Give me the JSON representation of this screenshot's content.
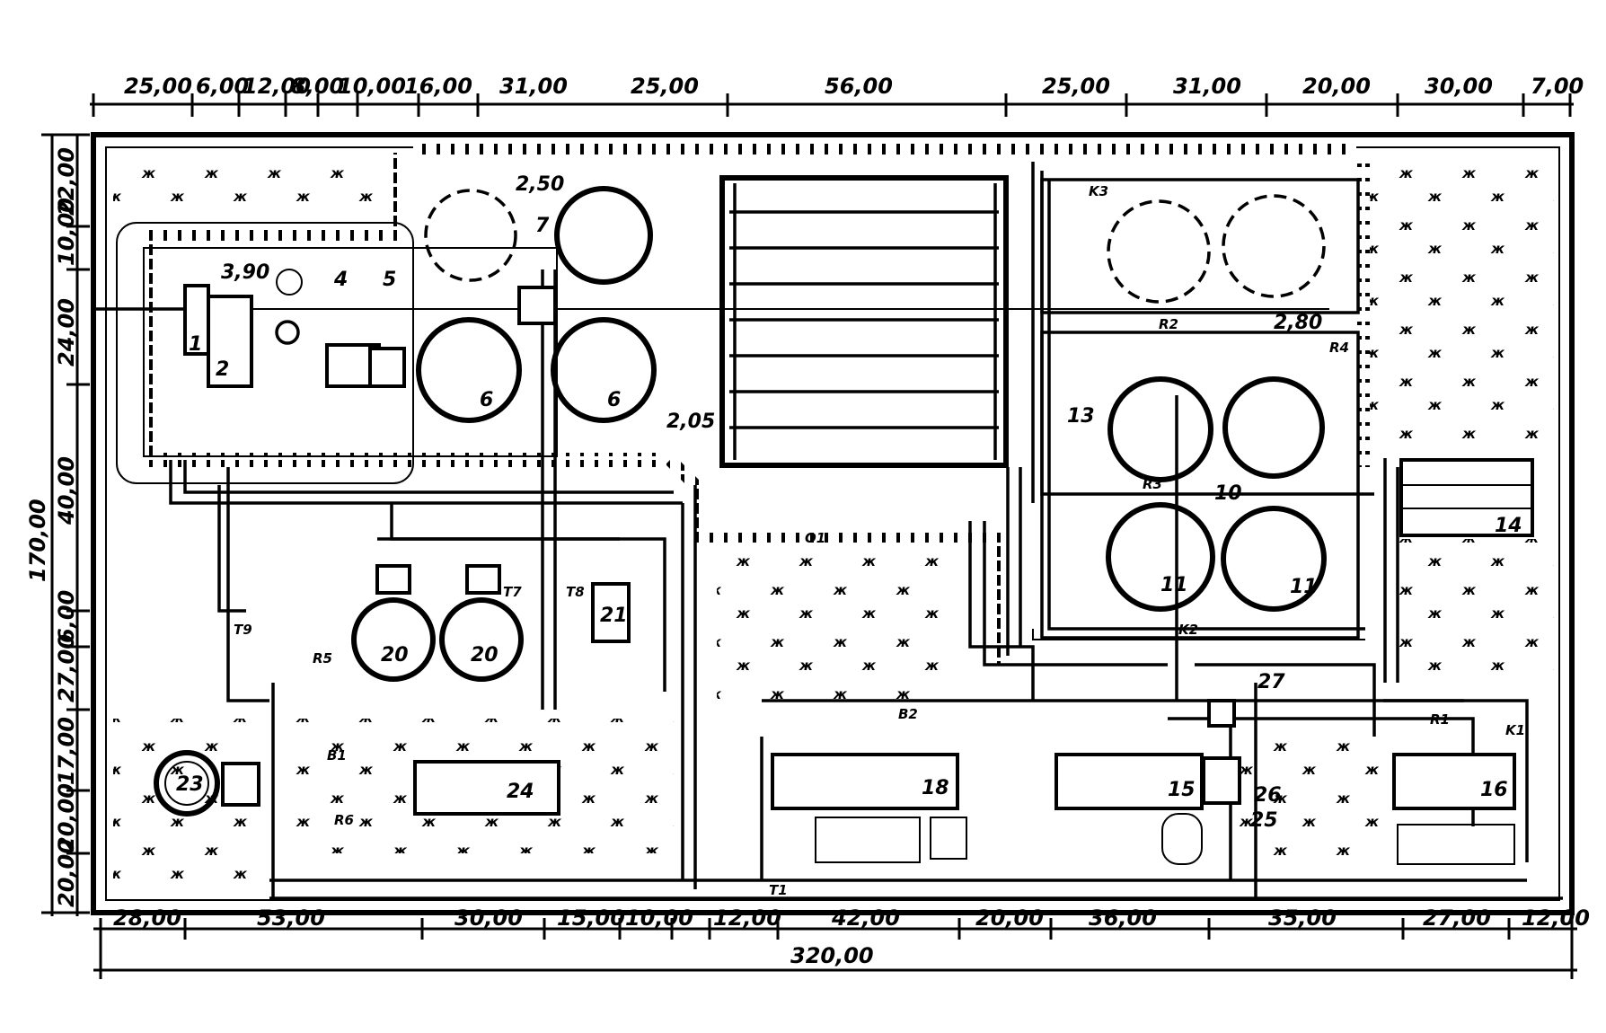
{
  "top_dimensions": [
    "25,00",
    "6,00",
    "12,00",
    "8,00",
    "10,00",
    "16,00",
    "31,00",
    "25,00",
    "56,00",
    "25,00",
    "31,00",
    "20,00",
    "30,00",
    "7,00"
  ],
  "bottom_dimensions": [
    "28,00",
    "53,00",
    "30,00",
    "15,00",
    "10,00",
    "12,00",
    "42,00",
    "20,00",
    "36,00",
    "35,00",
    "27,00",
    "12,00"
  ],
  "bottom_total": "320,00",
  "left_dimensions": [
    "22,00",
    "10,00",
    "24,00",
    "40,00",
    "6,00",
    "27,00",
    "17,00",
    "20,00",
    "20,00"
  ],
  "left_total": "170,00",
  "elevations": [
    "2,50",
    "3,90",
    "2,05",
    "2,80"
  ],
  "building_numbers": [
    "1",
    "2",
    "4",
    "5",
    "6",
    "6",
    "7",
    "10",
    "11",
    "11",
    "13",
    "14",
    "15",
    "16",
    "18",
    "20",
    "20",
    "21",
    "23",
    "24",
    "25",
    "26",
    "27"
  ],
  "pipe_labels": [
    "R1",
    "R2",
    "R3",
    "R4",
    "R5",
    "R6",
    "T1",
    "T7",
    "T8",
    "T9",
    "K1",
    "K2",
    "K3",
    "B1",
    "B2",
    "O1"
  ]
}
